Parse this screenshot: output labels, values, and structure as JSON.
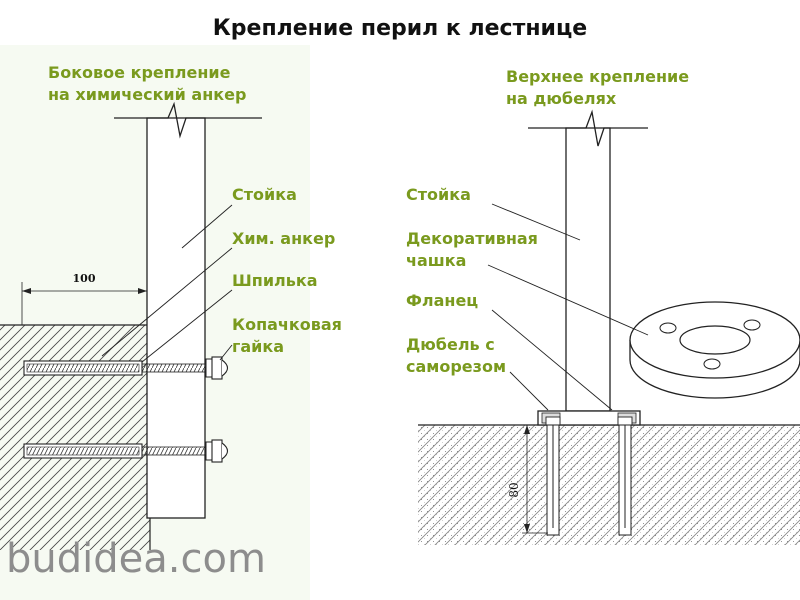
{
  "title": "Крепление перил к лестнице",
  "left": {
    "heading": [
      "Боковое крепление",
      "на химический анкер"
    ],
    "labels": {
      "post": "Стойка",
      "chem_anchor": "Хим. анкер",
      "stud": "Шпилька",
      "cap_nut": [
        "Копачковая",
        "гайка"
      ]
    },
    "dimension": "100"
  },
  "right": {
    "heading": [
      "Верхнее крепление",
      "на дюбелях"
    ],
    "labels": {
      "post": "Стойка",
      "cup": [
        "Декоративная",
        "чашка"
      ],
      "flange": "Фланец",
      "dowel": [
        "Дюбель с",
        "саморезом"
      ]
    },
    "dimension": "80"
  },
  "watermark": "budidea.com",
  "colors": {
    "label": "#7a9a1e",
    "line": "#222222",
    "title": "#111111",
    "watermark": "#8d8d8d"
  }
}
